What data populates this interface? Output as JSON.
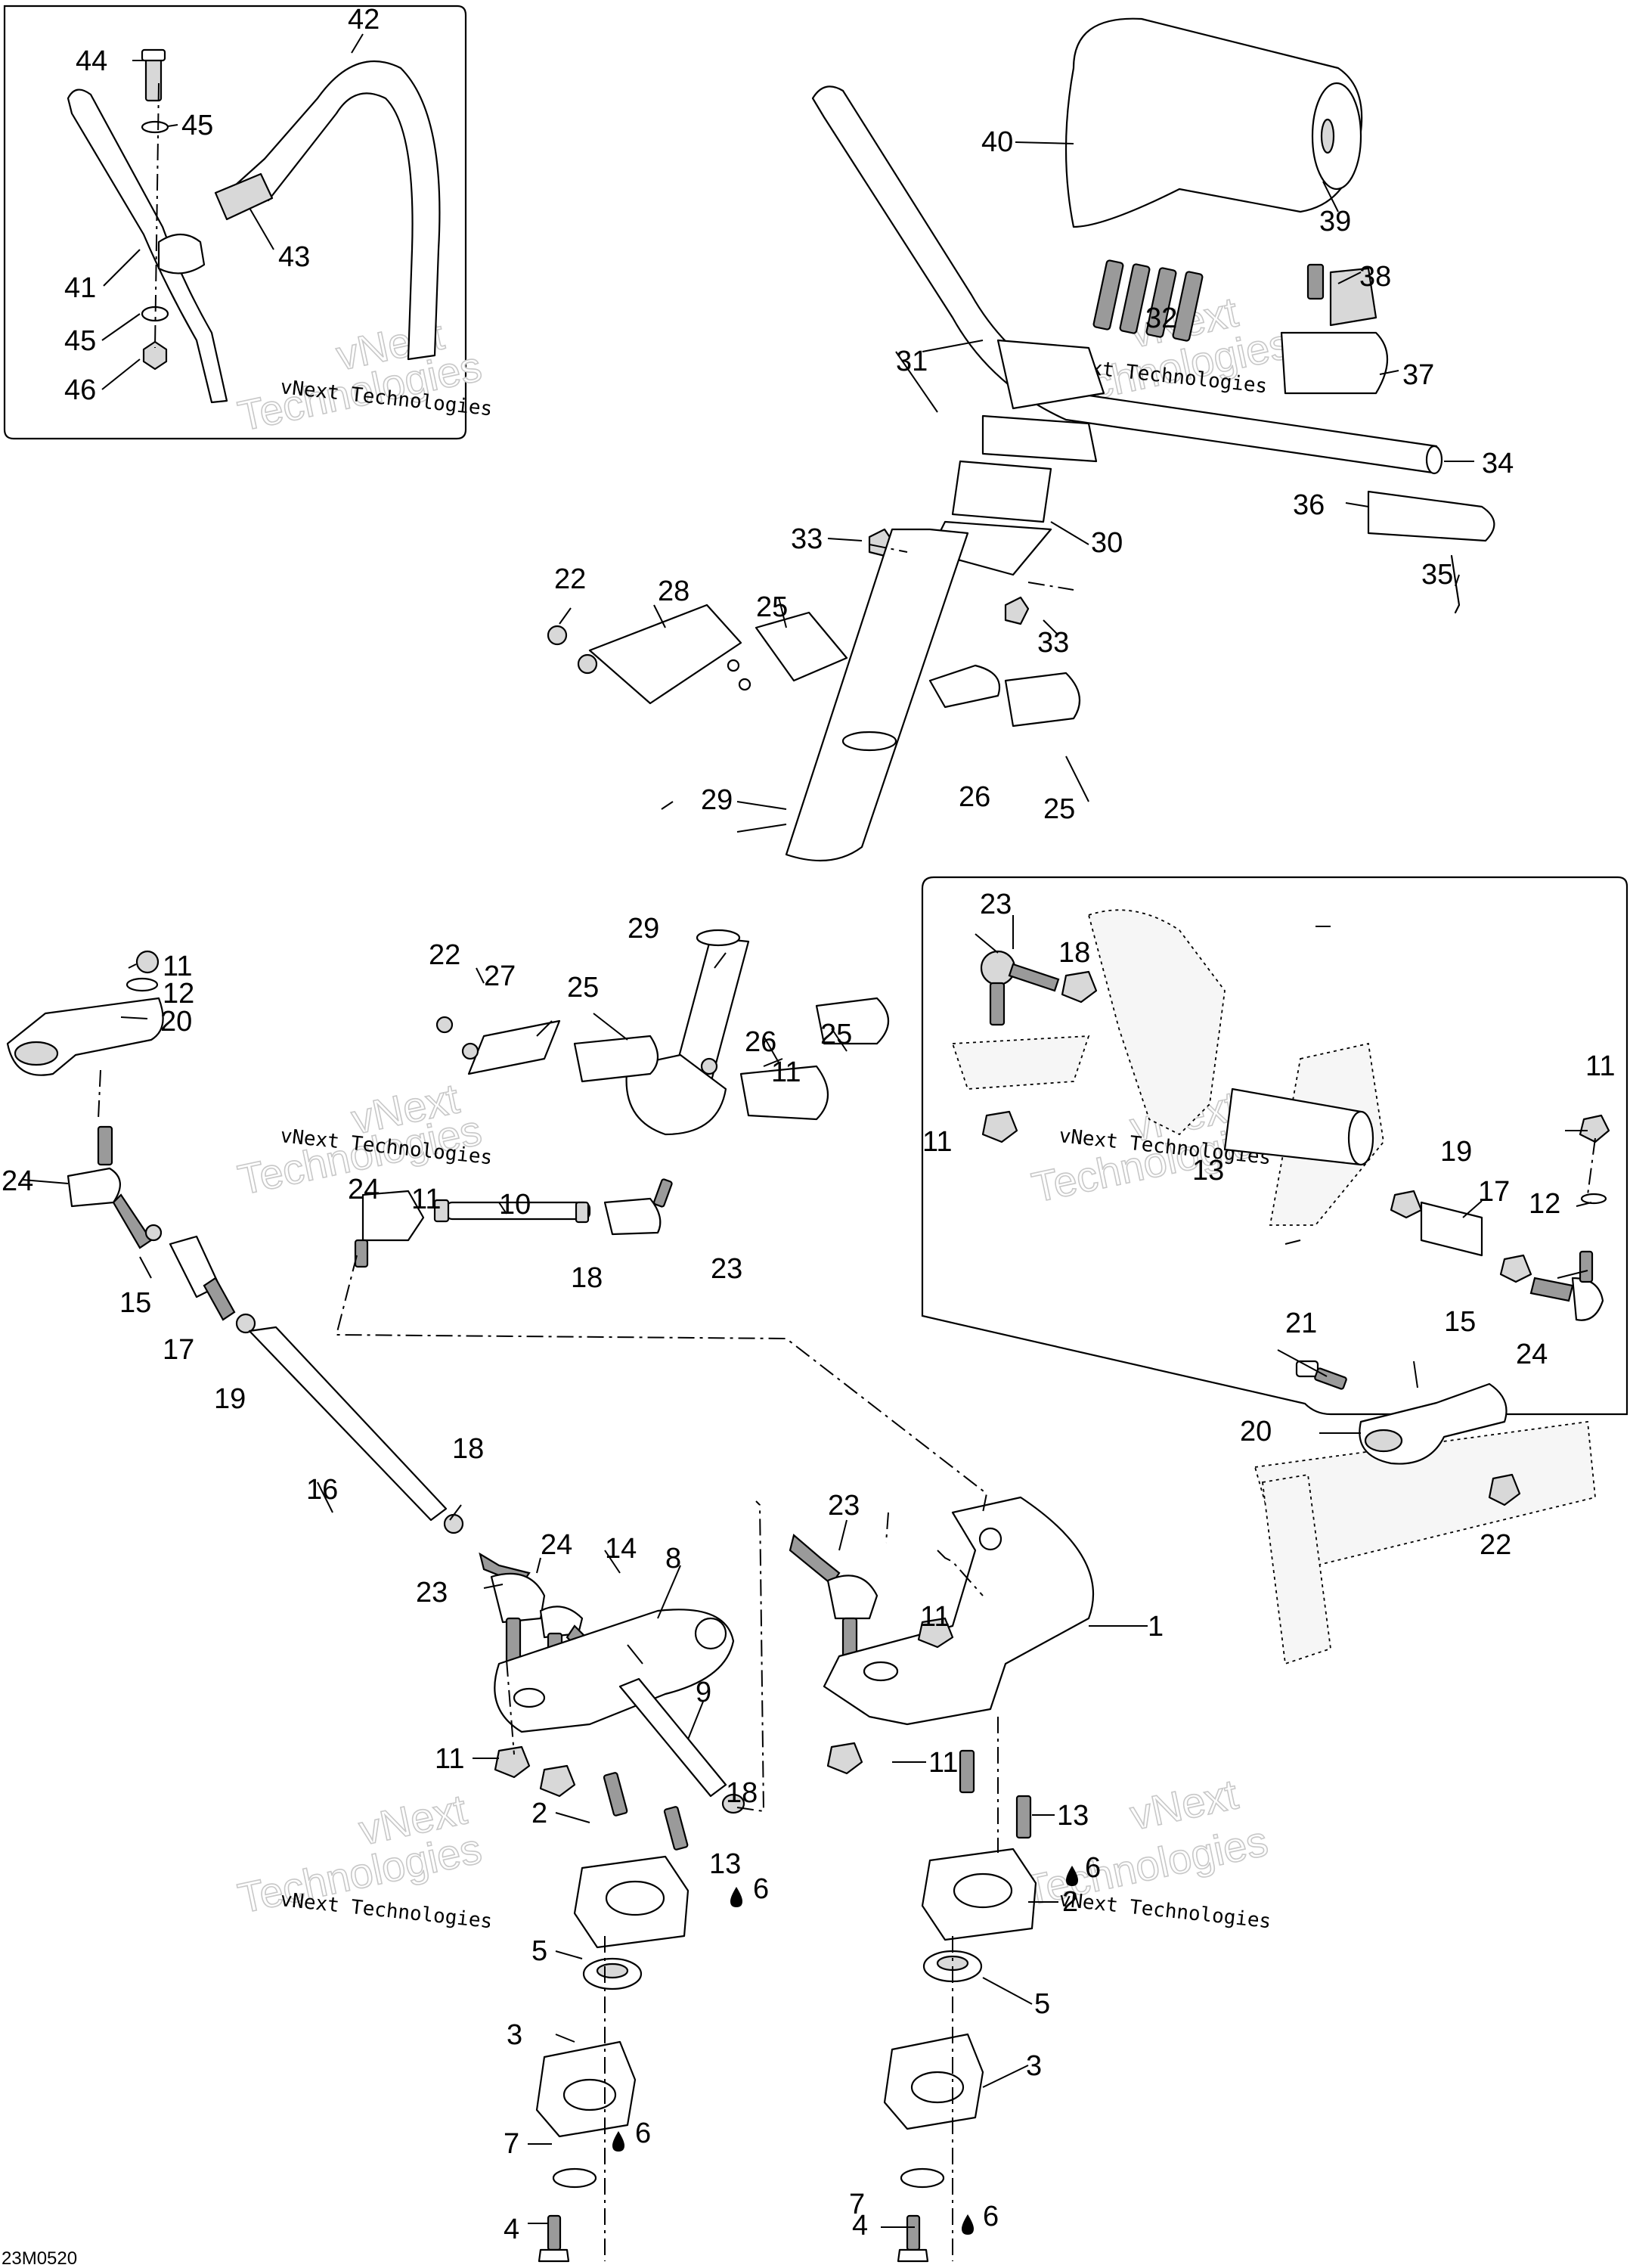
{
  "diagram_code": "23M0520",
  "watermark": {
    "line1": "vNext",
    "line2": "Technologies",
    "small": "vNext Technologies"
  },
  "callouts": [
    {
      "id": "c1",
      "text": "1"
    },
    {
      "id": "c2a",
      "text": "2"
    },
    {
      "id": "c2b",
      "text": "2"
    },
    {
      "id": "c3a",
      "text": "3"
    },
    {
      "id": "c3b",
      "text": "3"
    },
    {
      "id": "c4a",
      "text": "4"
    },
    {
      "id": "c4b",
      "text": "4"
    },
    {
      "id": "c5a",
      "text": "5"
    },
    {
      "id": "c5b",
      "text": "5"
    },
    {
      "id": "c6a",
      "text": "6"
    },
    {
      "id": "c6b",
      "text": "6"
    },
    {
      "id": "c6c",
      "text": "6"
    },
    {
      "id": "c6d",
      "text": "6"
    },
    {
      "id": "c7a",
      "text": "7"
    },
    {
      "id": "c7b",
      "text": "7"
    },
    {
      "id": "c8",
      "text": "8"
    },
    {
      "id": "c9",
      "text": "9"
    },
    {
      "id": "c10",
      "text": "10"
    },
    {
      "id": "c11a",
      "text": "11"
    },
    {
      "id": "c11b",
      "text": "11"
    },
    {
      "id": "c11c",
      "text": "11"
    },
    {
      "id": "c11d",
      "text": "11"
    },
    {
      "id": "c11e",
      "text": "11"
    },
    {
      "id": "c11f",
      "text": "11"
    },
    {
      "id": "c11g",
      "text": "11"
    },
    {
      "id": "c11h",
      "text": "11"
    },
    {
      "id": "c12a",
      "text": "12"
    },
    {
      "id": "c12b",
      "text": "12"
    },
    {
      "id": "c13a",
      "text": "13"
    },
    {
      "id": "c13b",
      "text": "13"
    },
    {
      "id": "c13c",
      "text": "13"
    },
    {
      "id": "c14",
      "text": "14"
    },
    {
      "id": "c15a",
      "text": "15"
    },
    {
      "id": "c15b",
      "text": "15"
    },
    {
      "id": "c16",
      "text": "16"
    },
    {
      "id": "c17a",
      "text": "17"
    },
    {
      "id": "c17b",
      "text": "17"
    },
    {
      "id": "c18a",
      "text": "18"
    },
    {
      "id": "c18b",
      "text": "18"
    },
    {
      "id": "c18c",
      "text": "18"
    },
    {
      "id": "c18d",
      "text": "18"
    },
    {
      "id": "c19a",
      "text": "19"
    },
    {
      "id": "c19b",
      "text": "19"
    },
    {
      "id": "c20a",
      "text": "20"
    },
    {
      "id": "c20b",
      "text": "20"
    },
    {
      "id": "c21",
      "text": "21"
    },
    {
      "id": "c22a",
      "text": "22"
    },
    {
      "id": "c22b",
      "text": "22"
    },
    {
      "id": "c22c",
      "text": "22"
    },
    {
      "id": "c23a",
      "text": "23"
    },
    {
      "id": "c23b",
      "text": "23"
    },
    {
      "id": "c23c",
      "text": "23"
    },
    {
      "id": "c23d",
      "text": "23"
    },
    {
      "id": "c24a",
      "text": "24"
    },
    {
      "id": "c24b",
      "text": "24"
    },
    {
      "id": "c24c",
      "text": "24"
    },
    {
      "id": "c24d",
      "text": "24"
    },
    {
      "id": "c25a",
      "text": "25"
    },
    {
      "id": "c25b",
      "text": "25"
    },
    {
      "id": "c25c",
      "text": "25"
    },
    {
      "id": "c25d",
      "text": "25"
    },
    {
      "id": "c26a",
      "text": "26"
    },
    {
      "id": "c26b",
      "text": "26"
    },
    {
      "id": "c27",
      "text": "27"
    },
    {
      "id": "c28",
      "text": "28"
    },
    {
      "id": "c29a",
      "text": "29"
    },
    {
      "id": "c29b",
      "text": "29"
    },
    {
      "id": "c30",
      "text": "30"
    },
    {
      "id": "c31",
      "text": "31"
    },
    {
      "id": "c32",
      "text": "32"
    },
    {
      "id": "c33a",
      "text": "33"
    },
    {
      "id": "c33b",
      "text": "33"
    },
    {
      "id": "c34",
      "text": "34"
    },
    {
      "id": "c35",
      "text": "35"
    },
    {
      "id": "c36",
      "text": "36"
    },
    {
      "id": "c37",
      "text": "37"
    },
    {
      "id": "c38",
      "text": "38"
    },
    {
      "id": "c39",
      "text": "39"
    },
    {
      "id": "c40",
      "text": "40"
    },
    {
      "id": "c41",
      "text": "41"
    },
    {
      "id": "c42",
      "text": "42"
    },
    {
      "id": "c43",
      "text": "43"
    },
    {
      "id": "c44",
      "text": "44"
    },
    {
      "id": "c45a",
      "text": "45"
    },
    {
      "id": "c45b",
      "text": "45"
    },
    {
      "id": "c46",
      "text": "46"
    }
  ]
}
